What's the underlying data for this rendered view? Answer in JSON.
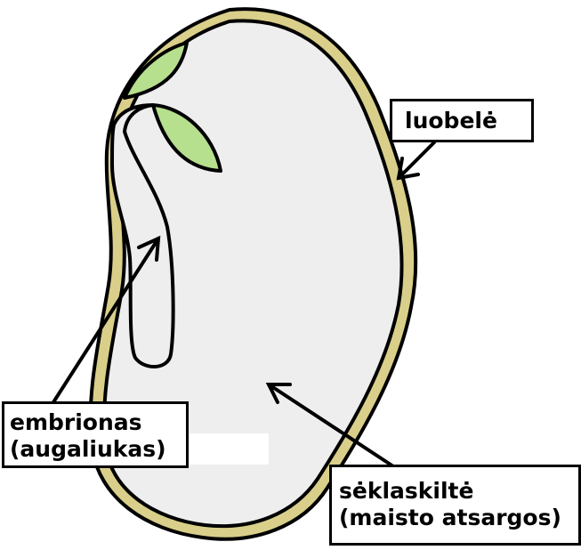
{
  "labels": {
    "seed_coat": "luobelė",
    "embryo_line1": "embrionas",
    "embryo_line2": "(augaliukas)",
    "cotyledon_line1": "sėklaskiltė",
    "cotyledon_line2": "(maisto atsargos)"
  },
  "colors": {
    "seed_coat": "#d9cf8a",
    "cotyledon_fill": "#eeeeee",
    "leaf_fill": "#b6df8e",
    "outline": "#000000"
  }
}
